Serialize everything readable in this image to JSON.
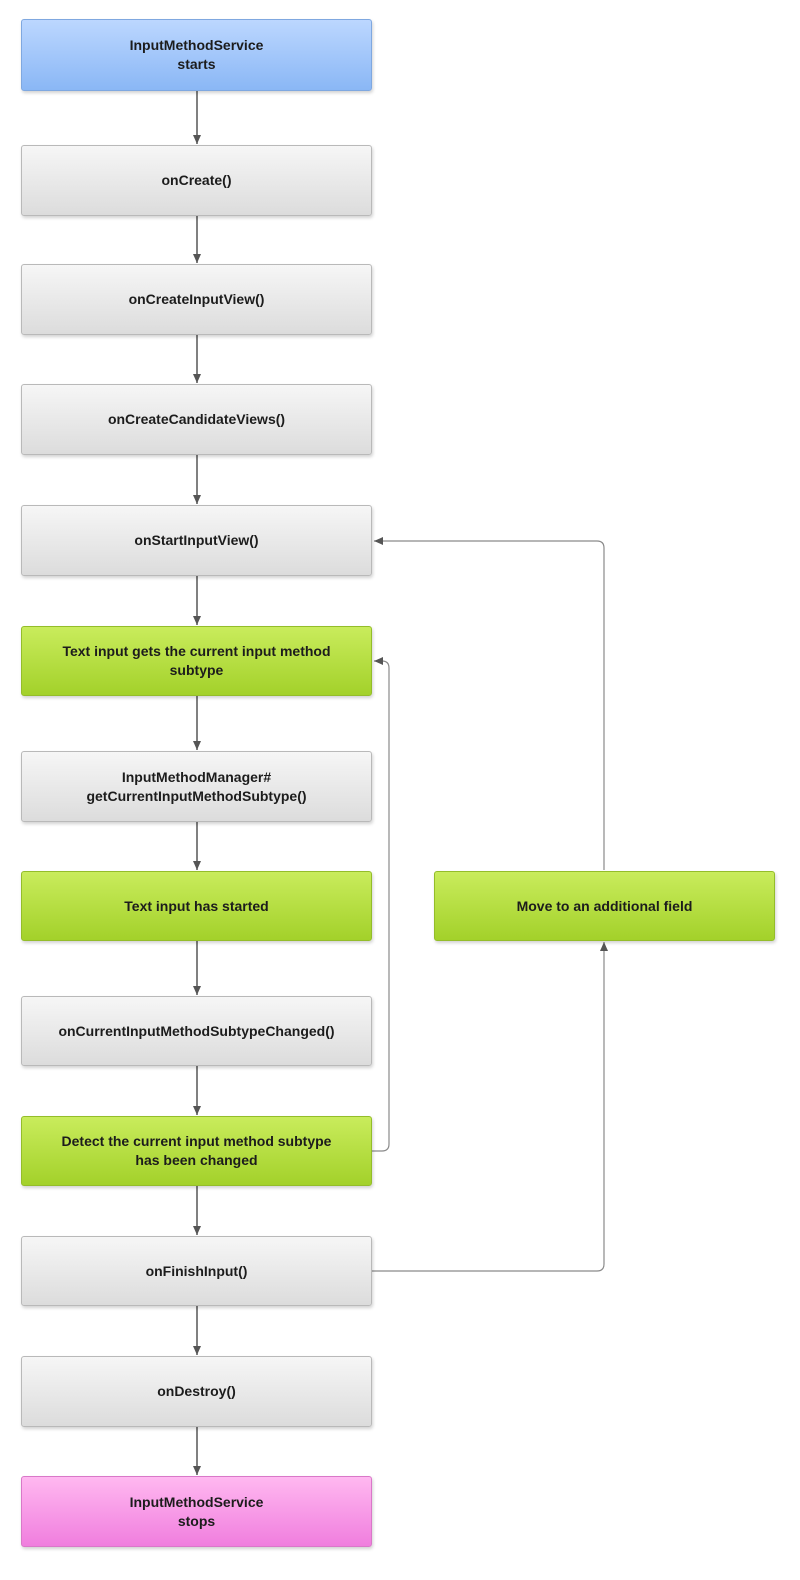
{
  "nodes": {
    "service_starts": "InputMethodService\nstarts",
    "on_create": "onCreate()",
    "on_create_input_view": "onCreateInputView()",
    "on_create_candidate_views": "onCreateCandidateViews()",
    "on_start_input_view": "onStartInputView()",
    "gets_subtype": "Text input gets the current input method\nsubtype",
    "get_current_subtype": "InputMethodManager#\ngetCurrentInputMethodSubtype()",
    "input_started": "Text input has started",
    "subtype_changed_callback": "onCurrentInputMethodSubtypeChanged()",
    "detect_changed": "Detect the current input method subtype\nhas been changed",
    "on_finish_input": "onFinishInput()",
    "on_destroy": "onDestroy()",
    "service_stops": "InputMethodService\nstops",
    "move_field": "Move to an additional field"
  },
  "colors": {
    "gray": "#dcdcdc",
    "green": "#a3d12a",
    "blue": "#8ab7f5",
    "pink": "#f07ede",
    "arrow": "#555555"
  }
}
